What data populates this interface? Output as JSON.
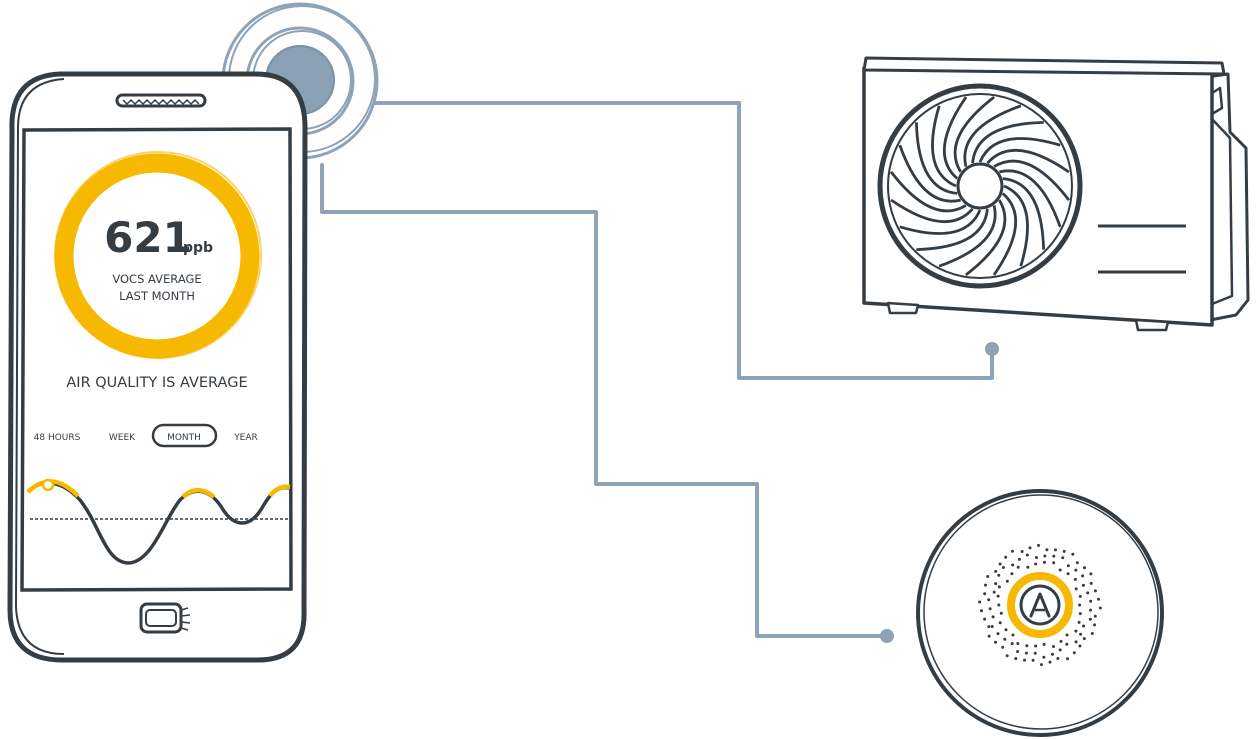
{
  "phone": {
    "reading_value": "621",
    "reading_unit": "ppb",
    "caption_line1": "VOCS AVERAGE",
    "caption_line2": "LAST MONTH",
    "status": "AIR QUALITY IS AVERAGE",
    "period_tabs": [
      {
        "label": "48 HOURS",
        "selected": false
      },
      {
        "label": "WEEK",
        "selected": false
      },
      {
        "label": "MONTH",
        "selected": true
      },
      {
        "label": "YEAR",
        "selected": false
      }
    ]
  },
  "colors": {
    "ink": "#353d44",
    "accent_yellow": "#f7b800",
    "connector_blue": "#8ea3b8",
    "signal_fill": "#8aa0b5"
  },
  "devices": {
    "air_conditioner_icon": "ac-outdoor-unit-icon",
    "sensor_icon": "awair-sensor-icon",
    "wireless_icon": "wireless-signal-icon"
  }
}
